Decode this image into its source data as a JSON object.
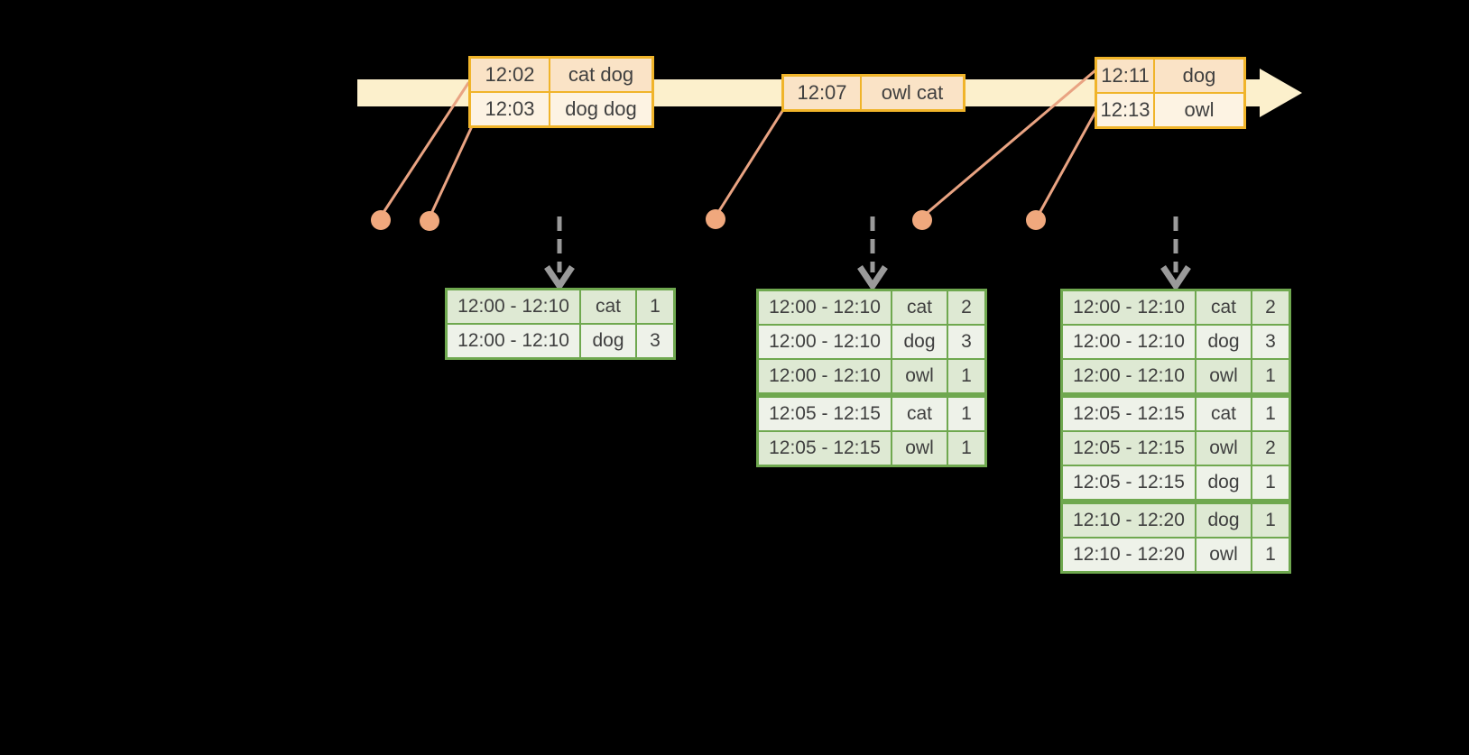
{
  "colors": {
    "background": "#000000",
    "timeline_fill": "#fcf0cc",
    "event_table_border": "#f0b42a",
    "event_cell_dark": "#fae3c6",
    "event_cell_light": "#fdf3e3",
    "result_table_border": "#6fa84f",
    "result_cell_dark": "#dee9d3",
    "result_cell_light": "#eef2e9",
    "connector_line": "#e9a382",
    "event_dot": "#f0a87d",
    "trigger_arrow": "#9a9a9a",
    "text": "#3f3f3f"
  },
  "icons": {
    "timeline_arrow": "right-arrow-band",
    "event_dot": "filled-circle",
    "trigger_arrow": "dashed-down-arrow"
  },
  "event_tables": [
    {
      "rows": [
        {
          "time": "12:02",
          "words": "cat dog"
        },
        {
          "time": "12:03",
          "words": "dog dog"
        }
      ]
    },
    {
      "rows": [
        {
          "time": "12:07",
          "words": "owl cat"
        }
      ]
    },
    {
      "rows": [
        {
          "time": "12:11",
          "words": "dog"
        },
        {
          "time": "12:13",
          "words": "owl"
        }
      ]
    }
  ],
  "result_tables": [
    {
      "rows": [
        {
          "window": "12:00 - 12:10",
          "word": "cat",
          "count": "1"
        },
        {
          "window": "12:00 - 12:10",
          "word": "dog",
          "count": "3"
        }
      ]
    },
    {
      "rows": [
        {
          "window": "12:00 - 12:10",
          "word": "cat",
          "count": "2"
        },
        {
          "window": "12:00 - 12:10",
          "word": "dog",
          "count": "3"
        },
        {
          "window": "12:00 - 12:10",
          "word": "owl",
          "count": "1"
        },
        {
          "window": "12:05 - 12:15",
          "word": "cat",
          "count": "1",
          "sep": true
        },
        {
          "window": "12:05 - 12:15",
          "word": "owl",
          "count": "1"
        }
      ]
    },
    {
      "rows": [
        {
          "window": "12:00 - 12:10",
          "word": "cat",
          "count": "2"
        },
        {
          "window": "12:00 - 12:10",
          "word": "dog",
          "count": "3"
        },
        {
          "window": "12:00 - 12:10",
          "word": "owl",
          "count": "1"
        },
        {
          "window": "12:05 - 12:15",
          "word": "cat",
          "count": "1",
          "sep": true
        },
        {
          "window": "12:05 - 12:15",
          "word": "owl",
          "count": "2"
        },
        {
          "window": "12:05 - 12:15",
          "word": "dog",
          "count": "1"
        },
        {
          "window": "12:10 - 12:20",
          "word": "dog",
          "count": "1",
          "sep": true
        },
        {
          "window": "12:10 - 12:20",
          "word": "owl",
          "count": "1"
        }
      ]
    }
  ]
}
